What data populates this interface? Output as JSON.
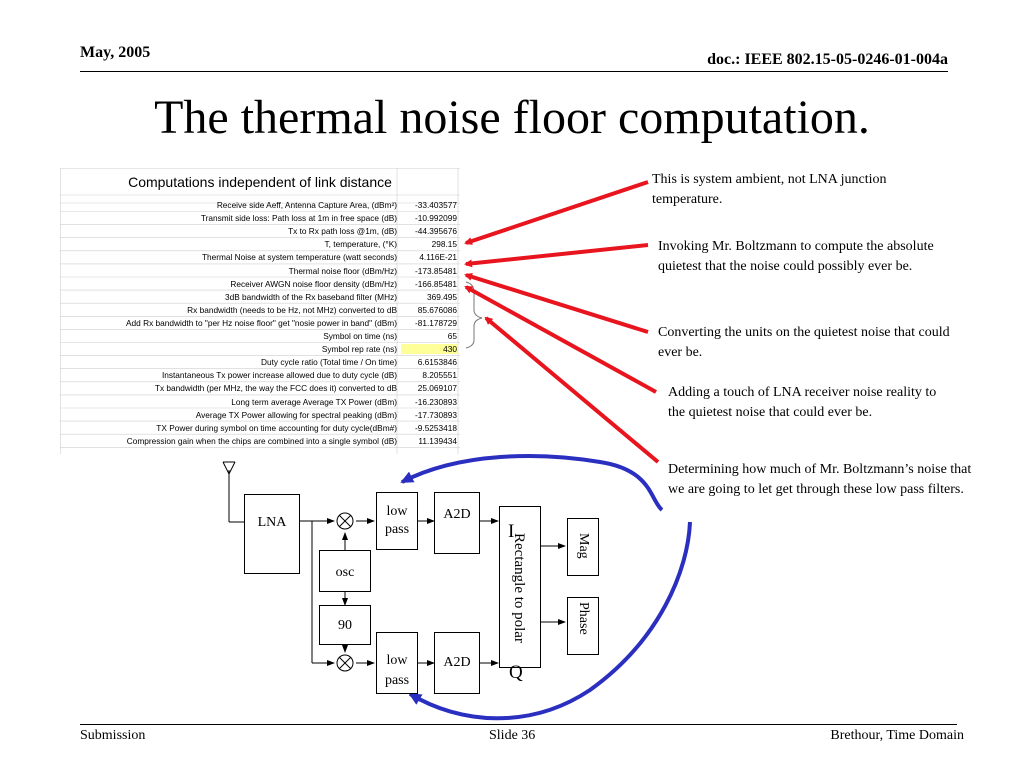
{
  "header": {
    "date": "May, 2005",
    "doc": "doc.: IEEE 802.15-05-0246-01-004a"
  },
  "title": "The thermal noise floor computation.",
  "sheet": {
    "title": "Computations independent of link distance",
    "rows": [
      {
        "label": "Receive side Aeff, Antenna Capture Area, (dBm²)",
        "value": "-33.403577"
      },
      {
        "label": "Transmit side loss: Path loss at 1m in free space (dB)",
        "value": "-10.992099"
      },
      {
        "label": "Tx to Rx path loss @1m, (dB)",
        "value": "-44.395676"
      },
      {
        "label": "T, temperature, (°K)",
        "value": "298.15"
      },
      {
        "label": "Thermal Noise at system temperature (watt seconds)",
        "value": "4.116E-21"
      },
      {
        "label": "Thermal noise floor (dBm/Hz)",
        "value": "-173.85481"
      },
      {
        "label": "Receiver AWGN noise floor density (dBm/Hz)",
        "value": "-166.85481"
      },
      {
        "label": "3dB bandwidth of the Rx baseband filter (MHz)",
        "value": "369.495"
      },
      {
        "label": "Rx bandwidth (needs to be Hz, not MHz)  converted to dB",
        "value": "85.676086"
      },
      {
        "label": "Add Rx bandwidth to \"per Hz noise floor\" get \"nosie power in band\" (dBm)",
        "value": "-81.178729"
      },
      {
        "label": "Symbol on time (ns)",
        "value": "65"
      },
      {
        "label": "Symbol rep rate (ns)",
        "value": "430"
      },
      {
        "label": "Duty cycle ratio (Total time / On time)",
        "value": "6.6153846"
      },
      {
        "label": "Instantaneous Tx power increase allowed due to duty cycle (dB)",
        "value": "8.205551"
      },
      {
        "label": "Tx bandwidth (per MHz, the way the FCC does it)  converted to dB",
        "value": "25.069107"
      },
      {
        "label": "Long term average Average TX Power  (dBm)",
        "value": "-16.230893"
      },
      {
        "label": "Average TX Power allowing for spectral peaking (dBm)",
        "value": "-17.730893"
      },
      {
        "label": "TX Power  during symbol on time accounting for duty cycle(dBm#)",
        "value": "-9.5253418"
      },
      {
        "label": "Compression gain when the chips are combined into a single symbol (dB)",
        "value": "11.139434"
      }
    ]
  },
  "notes": {
    "n1": "This is system ambient, not LNA junction temperature.",
    "n2": "Invoking Mr. Boltzmann to compute the absolute quietest that the noise could possibly ever be.",
    "n3": "Converting the units on the quietest noise that could ever be.",
    "n4": "Adding a touch of LNA receiver noise reality to the quietest noise that could ever be.",
    "n5": "Determining how much of Mr. Boltzmann’s noise that we are going to let get through these low pass filters."
  },
  "diagram": {
    "lna": "LNA",
    "lowpass_top_1": "low",
    "lowpass_top_2": "pass",
    "lowpass_bot_1": "low",
    "lowpass_bot_2": "pass",
    "a2d_top": "A2D",
    "a2d_bot": "A2D",
    "osc": "osc",
    "phase90": "90",
    "i_label": "I",
    "q_label": "Q",
    "rect_to_polar": "Rectangle to polar",
    "mag": "Mag",
    "phase": "Phase"
  },
  "colors": {
    "red_arrow": "#e8141e",
    "blue_arrow": "#2b2fc0",
    "highlight": "#ffff99"
  },
  "footer": {
    "left": "Submission",
    "mid": "Slide 36",
    "right": "Brethour, Time Domain"
  }
}
